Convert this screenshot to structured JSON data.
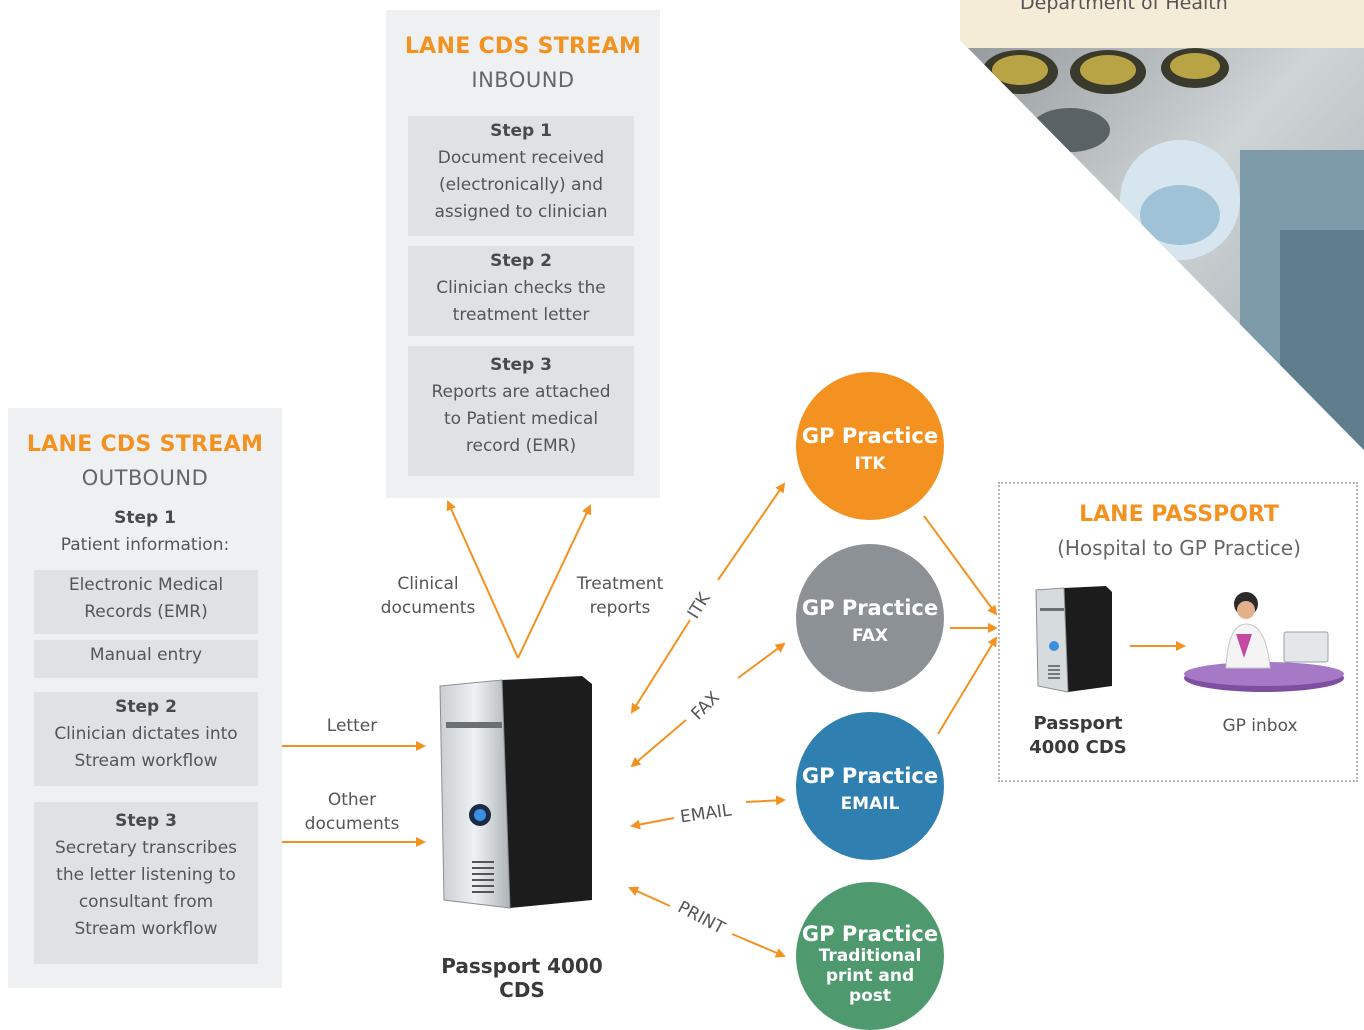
{
  "top_banner": {
    "text": "Department of Health"
  },
  "inbound": {
    "title": "LANE CDS STREAM",
    "subtitle": "INBOUND",
    "steps": [
      {
        "step": "Step 1",
        "lines": [
          "Document received",
          "(electronically) and",
          "assigned to clinician"
        ]
      },
      {
        "step": "Step 2",
        "lines": [
          "Clinician checks the",
          "treatment letter"
        ]
      },
      {
        "step": "Step 3",
        "lines": [
          "Reports are attached",
          "to Patient medical",
          "record (EMR)"
        ]
      }
    ]
  },
  "outbound": {
    "title": "LANE CDS STREAM",
    "subtitle": "OUTBOUND",
    "step1": {
      "step": "Step 1",
      "text": "Patient information:"
    },
    "sources": [
      {
        "lines": [
          "Electronic Medical",
          "Records (EMR)"
        ]
      },
      {
        "lines": [
          "Manual entry"
        ]
      }
    ],
    "step2": {
      "step": "Step 2",
      "lines": [
        "Clinician dictates into",
        "Stream workflow"
      ]
    },
    "step3": {
      "step": "Step 3",
      "lines": [
        "Secretary transcribes",
        "the letter listening to",
        "consultant from",
        "Stream workflow"
      ]
    }
  },
  "flow_labels": {
    "clinical": [
      "Clinical",
      "documents"
    ],
    "treatment": [
      "Treatment",
      "reports"
    ],
    "letter": "Letter",
    "other": [
      "Other",
      "documents"
    ],
    "itk": "ITK",
    "fax": "FAX",
    "email": "EMAIL",
    "print": "PRINT"
  },
  "server": {
    "lines": [
      "Passport 4000",
      "CDS"
    ]
  },
  "gp_practices": [
    {
      "title": "GP Practice",
      "lines": [
        "ITK"
      ],
      "color": "#f39220"
    },
    {
      "title": "GP Practice",
      "lines": [
        "FAX"
      ],
      "color": "#8c9196"
    },
    {
      "title": "GP Practice",
      "lines": [
        "EMAIL"
      ],
      "color": "#2f7fb0"
    },
    {
      "title": "GP Practice",
      "lines": [
        "Traditional",
        "print and",
        "post"
      ],
      "color": "#4e9a6e"
    }
  ],
  "lane_passport": {
    "title": "LANE PASSPORT",
    "subtitle": "(Hospital to GP Practice)",
    "server_label": [
      "Passport",
      "4000 CDS"
    ],
    "inbox_label": "GP inbox"
  },
  "colors": {
    "accent": "#f39220",
    "panel": "#eef0f1",
    "box": "#dfe1e3"
  }
}
